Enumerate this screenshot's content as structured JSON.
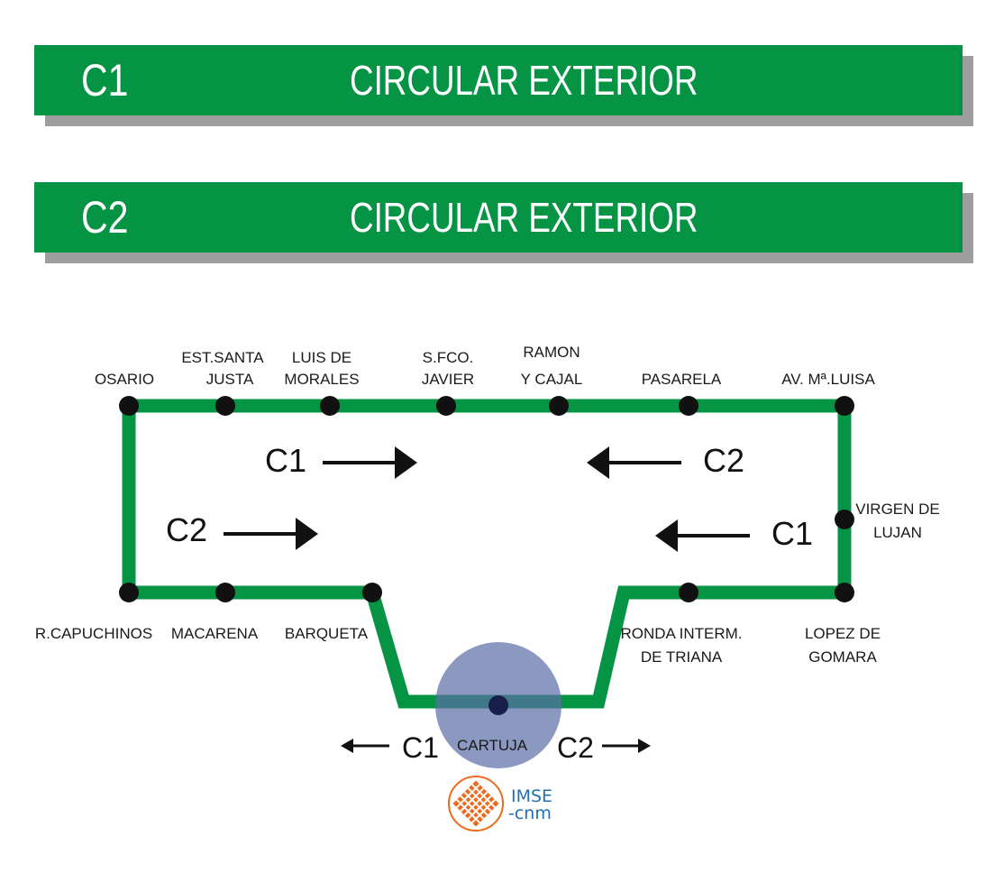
{
  "banners": [
    {
      "code": "C1",
      "title": "CIRCULAR  EXTERIOR"
    },
    {
      "code": "C2",
      "title": "CIRCULAR  EXTERIOR"
    }
  ],
  "colors": {
    "route": "#049444",
    "banner_shadow": "#9e9e9e",
    "stop": "#111111",
    "highlight": "#5a6ea6",
    "logo_orange": "#ef6a1c",
    "logo_blue": "#1d6fb8"
  },
  "stops": {
    "osario": [
      "OSARIO"
    ],
    "est_santa_justa": [
      "EST.SANTA",
      "JUSTA"
    ],
    "luis_de_morales": [
      "LUIS DE",
      "MORALES"
    ],
    "sfco_javier": [
      "S.FCO.",
      "JAVIER"
    ],
    "ramon_y_cajal": [
      "RAMON",
      "Y CAJAL"
    ],
    "pasarela": [
      "PASARELA"
    ],
    "av_ma_luisa": [
      "AV. Mª.LUISA"
    ],
    "virgen_de_lujan": [
      "VIRGEN DE",
      "LUJAN"
    ],
    "lopez_de_gomara": [
      "LOPEZ DE",
      "GOMARA"
    ],
    "ronda_interm_triana": [
      "RONDA INTERM.",
      "DE TRIANA"
    ],
    "cartuja": [
      "CARTUJA"
    ],
    "barqueta": [
      "BARQUETA"
    ],
    "macarena": [
      "MACARENA"
    ],
    "r_capuchinos": [
      "R.CAPUCHINOS"
    ]
  },
  "directions": {
    "top_left": "C1",
    "top_right": "C2",
    "mid_left": "C2",
    "mid_right": "C1",
    "bottom_left": "C1",
    "bottom_right": "C2"
  },
  "logo": {
    "line1": "IMSE",
    "line2": "-cnm",
    "icon": "imse-cnm-logo"
  }
}
